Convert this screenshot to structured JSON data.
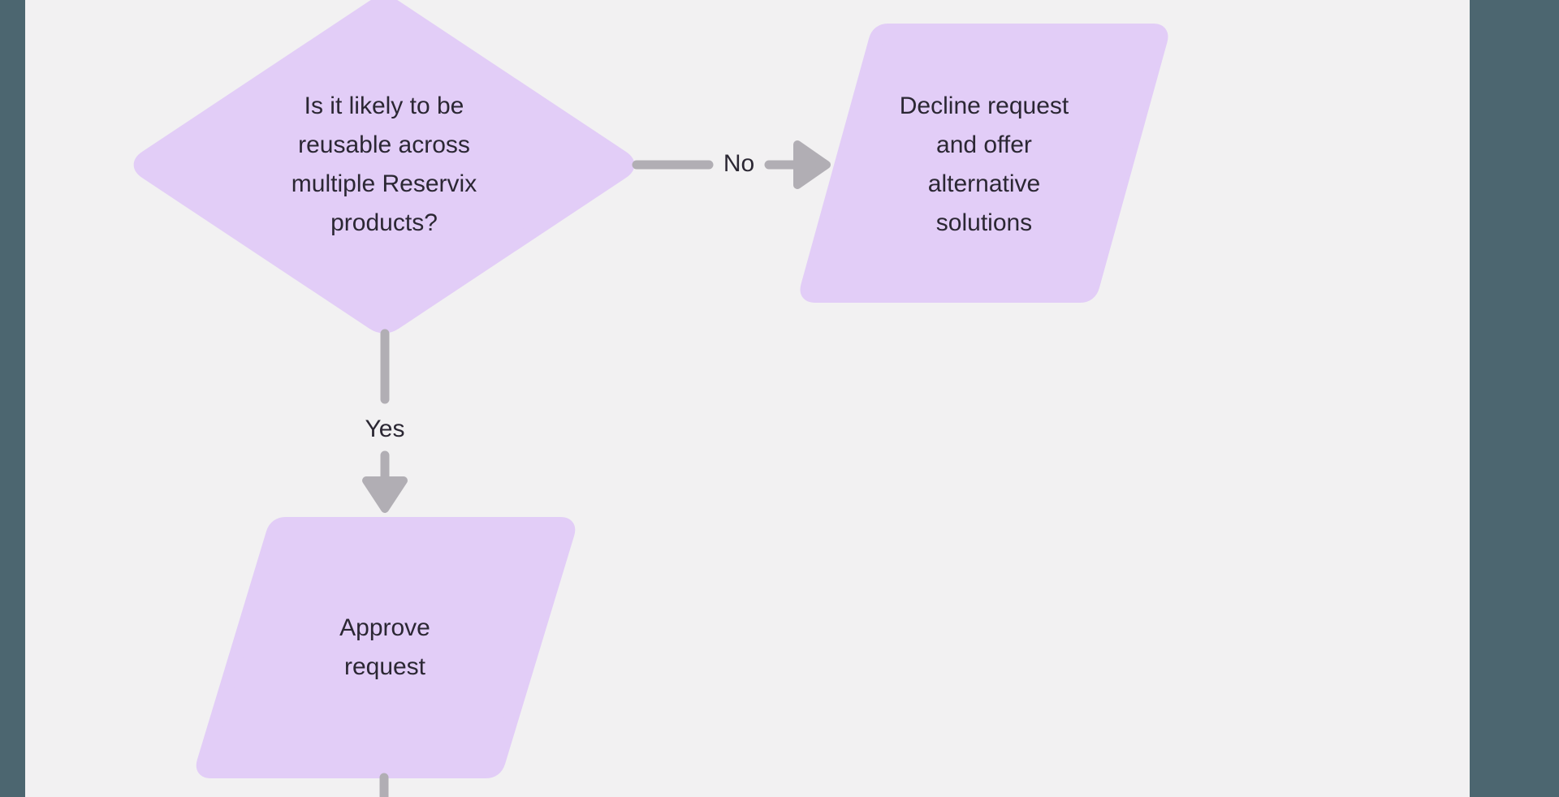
{
  "colors": {
    "background": "#f2f1f2",
    "panel_edge": "#4c6670",
    "shape_fill": "#e2cdf7",
    "connector": "#b1aeb4",
    "text": "#2b2733"
  },
  "flowchart": {
    "decision": {
      "lines": [
        "Is it likely to be",
        "reusable across",
        "multiple Reservix",
        "products?"
      ]
    },
    "no_edge": {
      "label": "No"
    },
    "yes_edge": {
      "label": "Yes"
    },
    "decline": {
      "lines": [
        "Decline request",
        "and offer",
        "alternative",
        "solutions"
      ]
    },
    "approve": {
      "lines": [
        "Approve",
        "request"
      ]
    }
  }
}
